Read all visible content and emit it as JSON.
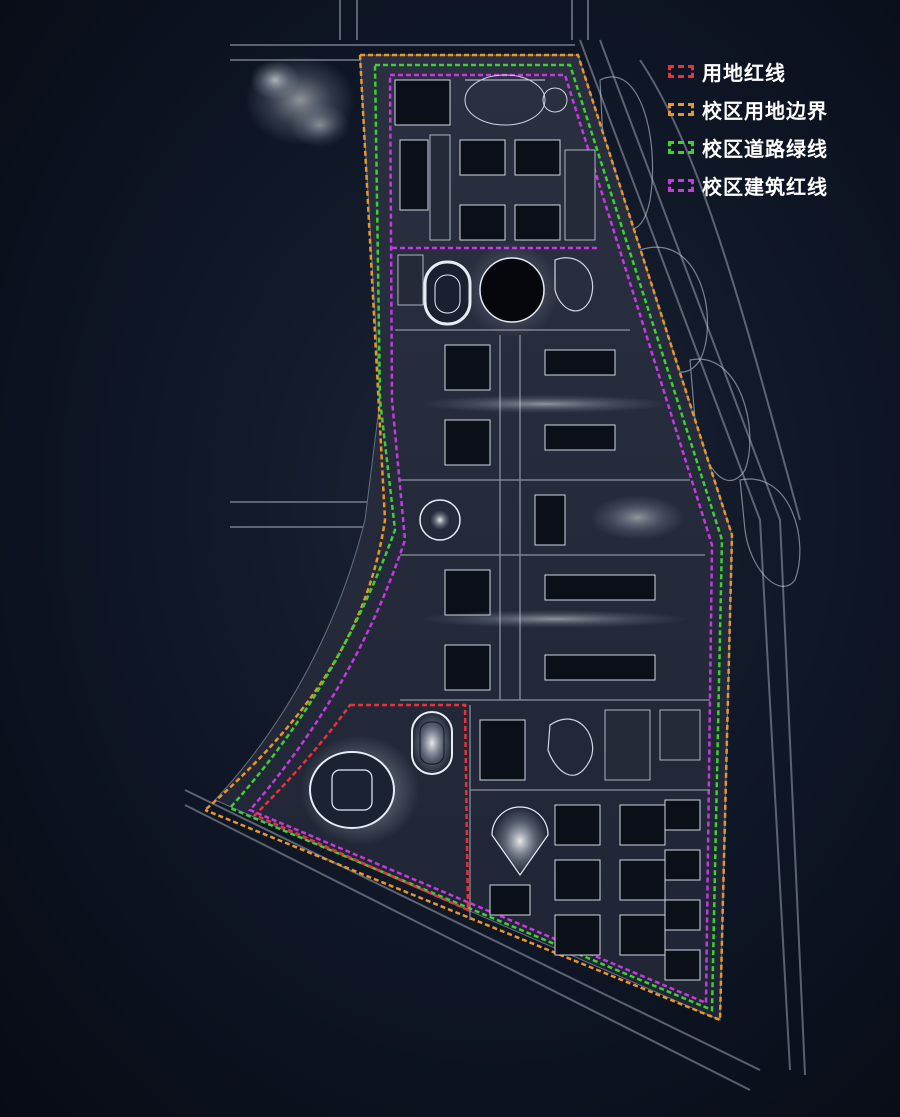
{
  "legend": {
    "items": [
      {
        "label": "用地红线",
        "color": "#e8323c"
      },
      {
        "label": "校区用地边界",
        "color": "#e8962a"
      },
      {
        "label": "校区道路绿线",
        "color": "#3ecf32"
      },
      {
        "label": "校区建筑红线",
        "color": "#c43adf"
      }
    ]
  },
  "colors": {
    "background": "#0e1524",
    "road": "#9aa3b5",
    "building": "#0b0f18",
    "glow": "#e6ecf5"
  }
}
